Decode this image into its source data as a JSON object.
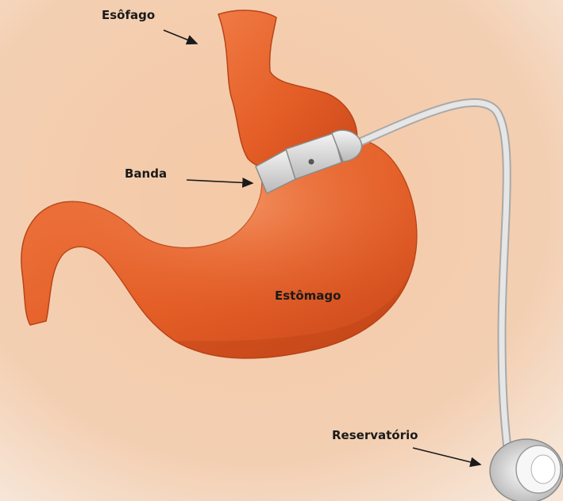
{
  "labels": {
    "esophagus": "Esôfago",
    "band": "Banda",
    "stomach": "Estômago",
    "reservoir": "Reservatório"
  },
  "colors": {
    "background": "#f6d9c2",
    "organ": "#e8612c",
    "organ_dark": "#c8461a",
    "band": "#e4e4e4",
    "tube": "#d9d9d9",
    "text": "#1a1a1a"
  }
}
